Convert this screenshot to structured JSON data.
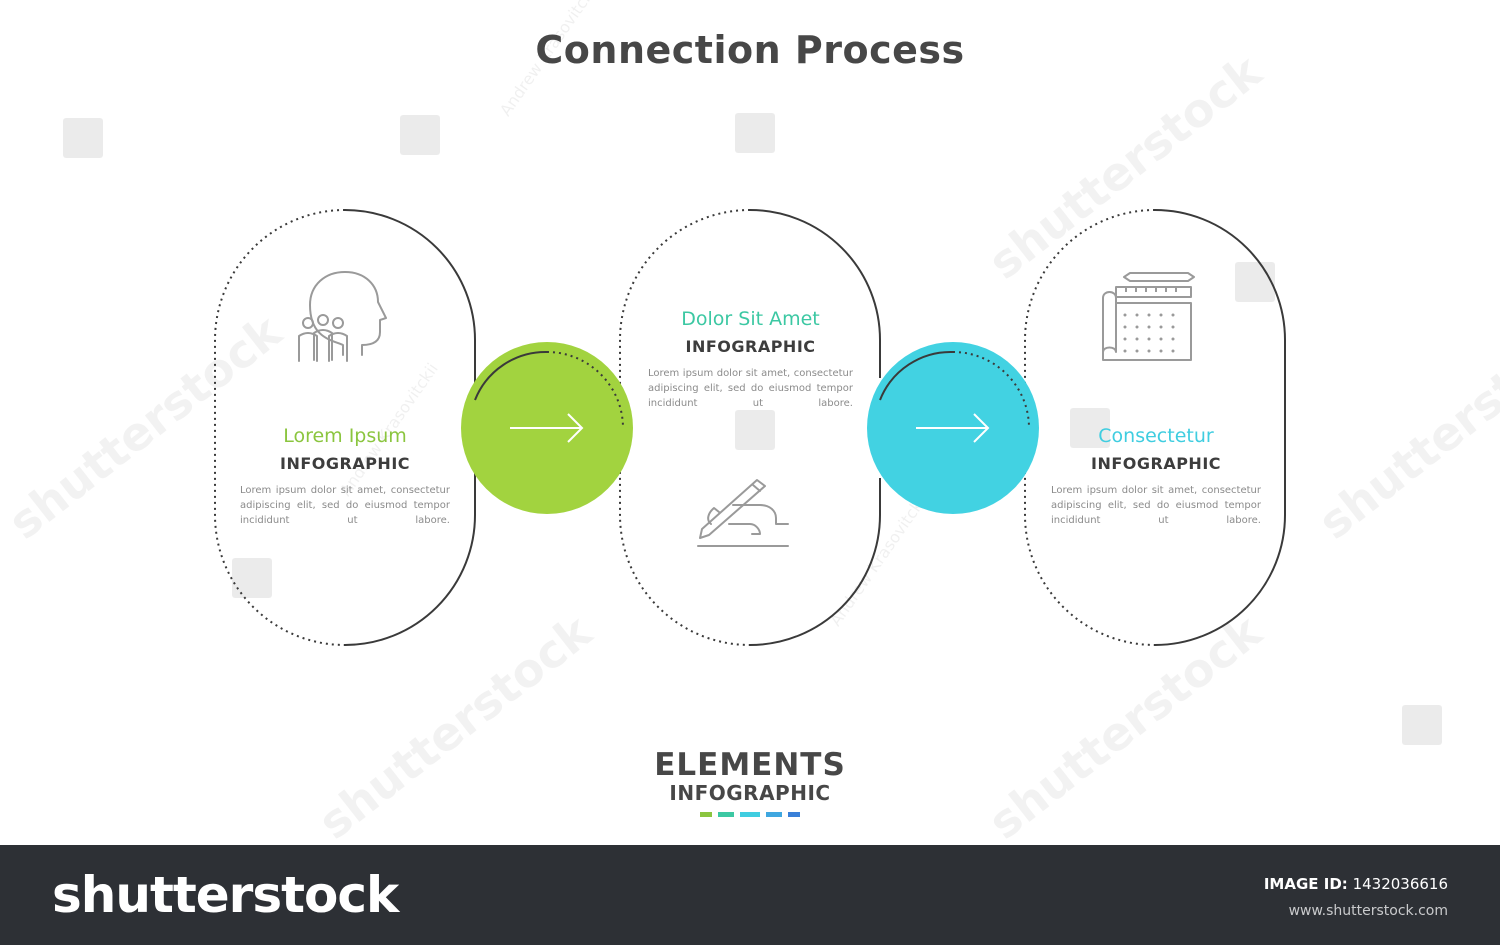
{
  "title": "Connection Process",
  "steps": [
    {
      "title": "Lorem Ipsum",
      "subtitle": "INFOGRAPHIC",
      "body": "Lorem ipsum dolor sit amet, consectetur adipiscing elit, sed do eiusmod tempor incididunt ut labore.",
      "color": "#8bc53f",
      "icon": "team-head-icon"
    },
    {
      "title": "Dolor Sit Amet",
      "subtitle": "INFOGRAPHIC",
      "body": "Lorem ipsum dolor sit amet, consectetur adipiscing elit, sed do eiusmod tempor incididunt ut labore.",
      "color": "#3cc8a3",
      "icon": "hand-writing-icon"
    },
    {
      "title": "Consectetur",
      "subtitle": "INFOGRAPHIC",
      "body": "Lorem ipsum dolor sit amet, consectetur adipiscing elit, sed do eiusmod tempor incididunt ut labore.",
      "color": "#3fcde0",
      "icon": "blueprint-tools-icon"
    }
  ],
  "connectors": [
    {
      "color": "#a2d33f",
      "icon": "arrow-right-icon"
    },
    {
      "color": "#42d2e2",
      "icon": "arrow-right-icon"
    }
  ],
  "logo": {
    "line1": "ELEMENTS",
    "line2": "INFOGRAPHIC",
    "dash_colors": [
      "#8bc53f",
      "#3cc8a3",
      "#3fcde0",
      "#3fa7e0",
      "#3a80d8"
    ]
  },
  "footer": {
    "brand": "shutterstock",
    "image_id_label": "IMAGE ID:",
    "image_id": "1432036616",
    "site": "www.shutterstock.com"
  },
  "watermarks": {
    "brand": "shutterstock",
    "author": "Andrew Krasovitckii"
  }
}
